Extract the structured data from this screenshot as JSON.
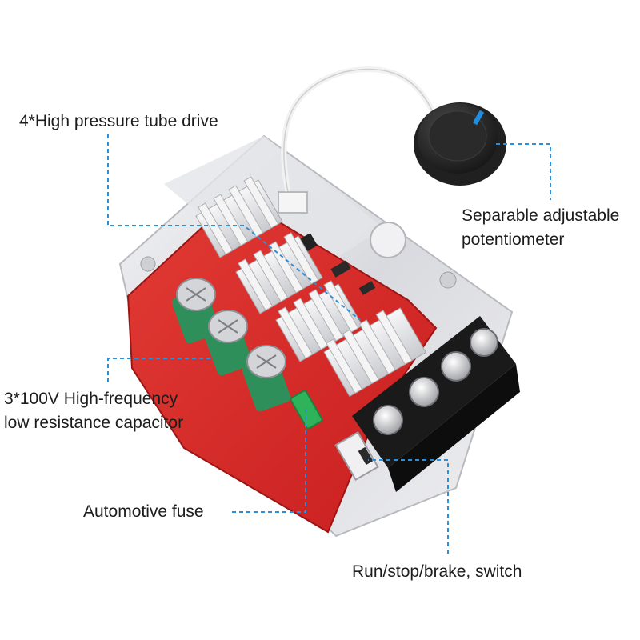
{
  "callouts": {
    "tube_drive": "4*High pressure tube drive",
    "potentiometer_line1": "Separable adjustable",
    "potentiometer_line2": "potentiometer",
    "capacitor_line1": "3*100V High-frequency",
    "capacitor_line2": "low resistance capacitor",
    "fuse": "Automotive fuse",
    "switch": "Run/stop/brake, switch"
  },
  "colors": {
    "leader_line": "#2e8fd6",
    "board": "#d92a2a",
    "heatsink": "#e8e8ea",
    "terminal_block": "#1a1a1a",
    "capacitor": "#2f8f5b",
    "fuse": "#2fb35a"
  }
}
